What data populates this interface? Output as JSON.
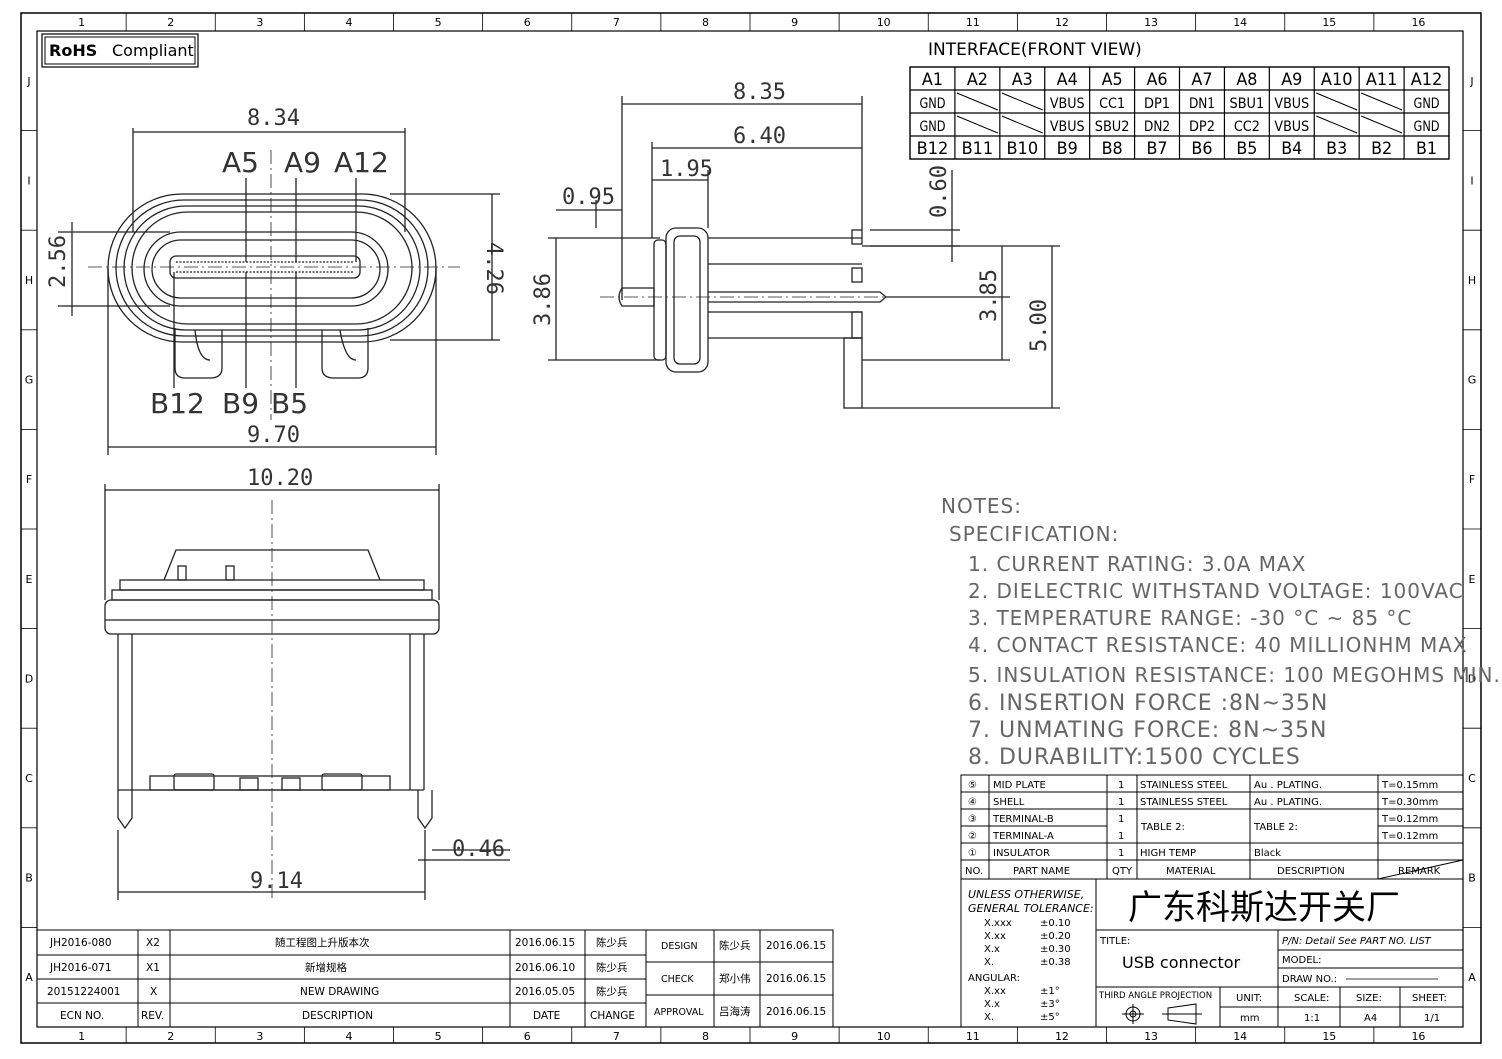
{
  "rohs_badge": {
    "bold": "RoHS",
    "text": "Compliant"
  },
  "grid": {
    "cols": [
      "1",
      "2",
      "3",
      "4",
      "5",
      "6",
      "7",
      "8",
      "9",
      "10",
      "11",
      "12",
      "13",
      "14",
      "15",
      "16"
    ],
    "rows": [
      "J",
      "I",
      "H",
      "G",
      "F",
      "E",
      "D",
      "C",
      "B",
      "A"
    ]
  },
  "front_view": {
    "dims": {
      "top": "8.34",
      "bottom": "9.70",
      "left": "2.56",
      "right": "4.26"
    },
    "pins_top": [
      "A5",
      "A9",
      "A12"
    ],
    "pins_bottom": [
      "B12",
      "B9",
      "B5"
    ]
  },
  "side_view": {
    "dims": {
      "d1": "8.35",
      "d2": "6.40",
      "d3": "1.95",
      "d4": "0.95",
      "d5": "3.86",
      "d6": "0.60",
      "d7": "3.85",
      "d8": "5.00"
    }
  },
  "bottom_view": {
    "dims": {
      "top": "10.20",
      "bottom": "9.14",
      "pin": "0.46"
    }
  },
  "interface_table": {
    "title": "INTERFACE(FRONT VIEW)",
    "row_a": [
      "A1",
      "A2",
      "A3",
      "A4",
      "A5",
      "A6",
      "A7",
      "A8",
      "A9",
      "A10",
      "A11",
      "A12"
    ],
    "row_a_sig": [
      "GND",
      "",
      "",
      "VBUS",
      "CC1",
      "DP1",
      "DN1",
      "SBU1",
      "VBUS",
      "",
      "",
      "GND"
    ],
    "row_b_sig": [
      "GND",
      "",
      "",
      "VBUS",
      "SBU2",
      "DN2",
      "DP2",
      "CC2",
      "VBUS",
      "",
      "",
      "GND"
    ],
    "row_b": [
      "B12",
      "B11",
      "B10",
      "B9",
      "B8",
      "B7",
      "B6",
      "B5",
      "B4",
      "B3",
      "B2",
      "B1"
    ]
  },
  "notes": {
    "title": "NOTES:",
    "subtitle": "SPECIFICATION:",
    "items": [
      "1. CURRENT RATING: 3.0A MAX",
      "2. DIELECTRIC WITHSTAND VOLTAGE: 100VAC",
      "3. TEMPERATURE RANGE: -30 °C ~ 85 °C",
      "4. CONTACT RESISTANCE: 40 MILLIONHM MAX",
      "5. INSULATION RESISTANCE: 100 MEGOHMS MIN.",
      "6. INSERTION FORCE :8N~35N",
      "7. UNMATING FORCE: 8N~35N",
      "8. DURABILITY:1500 CYCLES"
    ]
  },
  "bom": {
    "rows": [
      {
        "no": "⑤",
        "part": "MID PLATE",
        "qty": "1",
        "material": "STAINLESS STEEL",
        "desc": "Au . PLATING.",
        "remark": "T=0.15mm"
      },
      {
        "no": "④",
        "part": "SHELL",
        "qty": "1",
        "material": "STAINLESS STEEL",
        "desc": "Au . PLATING.",
        "remark": "T=0.30mm"
      },
      {
        "no": "③",
        "part": "TERMINAL-B",
        "qty": "1",
        "material": "",
        "desc": "",
        "remark": "T=0.12mm"
      },
      {
        "no": "②",
        "part": "TERMINAL-A",
        "qty": "1",
        "material": "",
        "desc": "",
        "remark": "T=0.12mm"
      },
      {
        "no": "①",
        "part": "INSULATOR",
        "qty": "1",
        "material": "HIGH TEMP",
        "desc": "Black",
        "remark": ""
      }
    ],
    "merged_material": "TABLE 2:",
    "merged_desc": "TABLE 2:",
    "headers": {
      "no": "NO.",
      "part": "PART NAME",
      "qty": "QTY",
      "material": "MATERIAL",
      "desc": "DESCRIPTION",
      "remark": "REMARK"
    }
  },
  "title_block": {
    "tolerance_title": "UNLESS OTHERWISE,",
    "tolerance_title2": "GENERAL TOLERANCE:",
    "tolerances": [
      {
        "k": "X.xxx",
        "v": "±0.10"
      },
      {
        "k": "X.xx",
        "v": "±0.20"
      },
      {
        "k": "X.x",
        "v": "±0.30"
      },
      {
        "k": "X.",
        "v": "±0.38"
      }
    ],
    "angular_title": "ANGULAR:",
    "angular": [
      {
        "k": "X.xx",
        "v": "±1°"
      },
      {
        "k": "X.x",
        "v": "±3°"
      },
      {
        "k": "X.",
        "v": "±5°"
      }
    ],
    "company": "广东科斯达开关厂",
    "title_label": "TITLE:",
    "title_value": "USB connector",
    "pn": "P/N: Detail See PART NO. LIST",
    "model": "MODEL:",
    "draw_no": "DRAW NO.:",
    "projection": "THIRD ANGLE PROJECTION",
    "unit_label": "UNIT:",
    "unit_value": "mm",
    "scale_label": "SCALE:",
    "scale_value": "1:1",
    "size_label": "SIZE:",
    "size_value": "A4",
    "sheet_label": "SHEET:",
    "sheet_value": "1/1"
  },
  "revisions": {
    "rows": [
      {
        "ecn": "JH2016-080",
        "rev": "X2",
        "desc": "随工程图上升版本次",
        "date": "2016.06.15",
        "by": "陈少兵"
      },
      {
        "ecn": "JH2016-071",
        "rev": "X1",
        "desc": "新增规格",
        "date": "2016.06.10",
        "by": "陈少兵"
      },
      {
        "ecn": "20151224001",
        "rev": "X",
        "desc": "NEW DRAWING",
        "date": "2016.05.05",
        "by": "陈少兵"
      }
    ],
    "headers": {
      "ecn": "ECN NO.",
      "rev": "REV.",
      "desc": "DESCRIPTION",
      "date": "DATE",
      "change": "CHANGE"
    },
    "approvals": [
      {
        "role": "DESIGN",
        "name": "陈少兵",
        "date": "2016.06.15"
      },
      {
        "role": "CHECK",
        "name": "郑小伟",
        "date": "2016.06.15"
      },
      {
        "role": "APPROVAL",
        "name": "吕海涛",
        "date": "2016.06.15"
      }
    ]
  }
}
